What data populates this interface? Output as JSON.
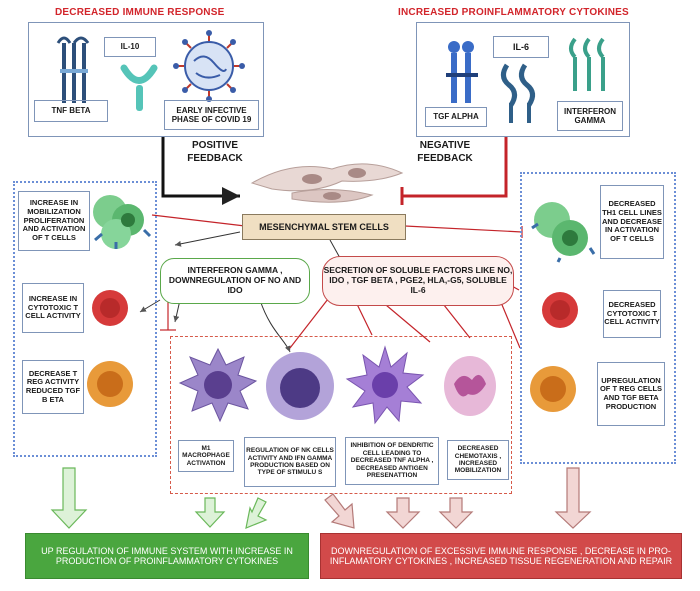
{
  "top_left": {
    "title": "DECREASED IMMUNE RESPONSE",
    "il10": "IL-10",
    "tnf": "TNF BETA",
    "covid": "EARLY INFECTIVE PHASE OF COVID 19"
  },
  "top_right": {
    "title": "INCREASED PROINFLAMMATORY  CYTOKINES",
    "il6": "IL-6",
    "tgf": "TGF ALPHA",
    "ifn": "INTERFERON GAMMA"
  },
  "feedback": {
    "positive": "POSITIVE FEEDBACK",
    "negative": "NEGATIVE FEEDBACK"
  },
  "msc": "MESENCHYMAL STEM CELLS",
  "mech_left": "INTERFERON GAMMA , DOWNREGULATION  OF NO AND IDO",
  "mech_right": "SECRETION OF SOLUBLE  FACTORS LIKE NO, IDO , TGF BETA , PGE2, HLA,-G5, SOLUBLE IL-6",
  "left_col": [
    "INCREASE IN MOBILIZATION PROLIFERATION AND ACTIVATION OF T CELLS",
    "INCREASE IN CYTOTOXIC T CELL ACTIVITY",
    "DECREASE T REG ACTIVITY REDUCED TGF B ETA"
  ],
  "right_col": [
    "DECREASED TH1 CELL LINES AND DECREASE IN ACTIVATION OF T CELLS",
    "DECREASED CYTOTOXIC T CELL ACTIVITY",
    "UPREGULATION OF T REG CELLS AND TGF BETA PRODUCTION"
  ],
  "center_cells": [
    "M1 MACROPHAGE ACTIVATION",
    "REGULATION OF NK CELLS ACTIVITY AND IFN GAMMA PRODUCTION BASED ON TYPE OF STIMULU S",
    "INHIBITION OF DENDRITIC CELL LEADING TO DECREASED TNF ALPHA , DECREASED ANTIGEN PRESENATTION",
    "DECREASED CHEMOTAXIS , INCREASED MOBILIZATION"
  ],
  "outcome_left": "UP REGULATION OF IMMUNE SYSTEM WITH INCREASE IN PRODUCTION OF PROINFLAMMATORY CYTOKINES",
  "outcome_right": "DOWNREGULATION OF EXCESSIVE IMMUNE RESPONSE , DECREASE IN PRO- INFLAMATORY CYTOKINES , INCREASED  TISSUE REGENERATION AND REPAIR",
  "colors": {
    "red": "#d2252b",
    "green_outcome": "#4aa63f",
    "red_outcome": "#d24a4a",
    "msc_box": "#f0dfc2"
  }
}
